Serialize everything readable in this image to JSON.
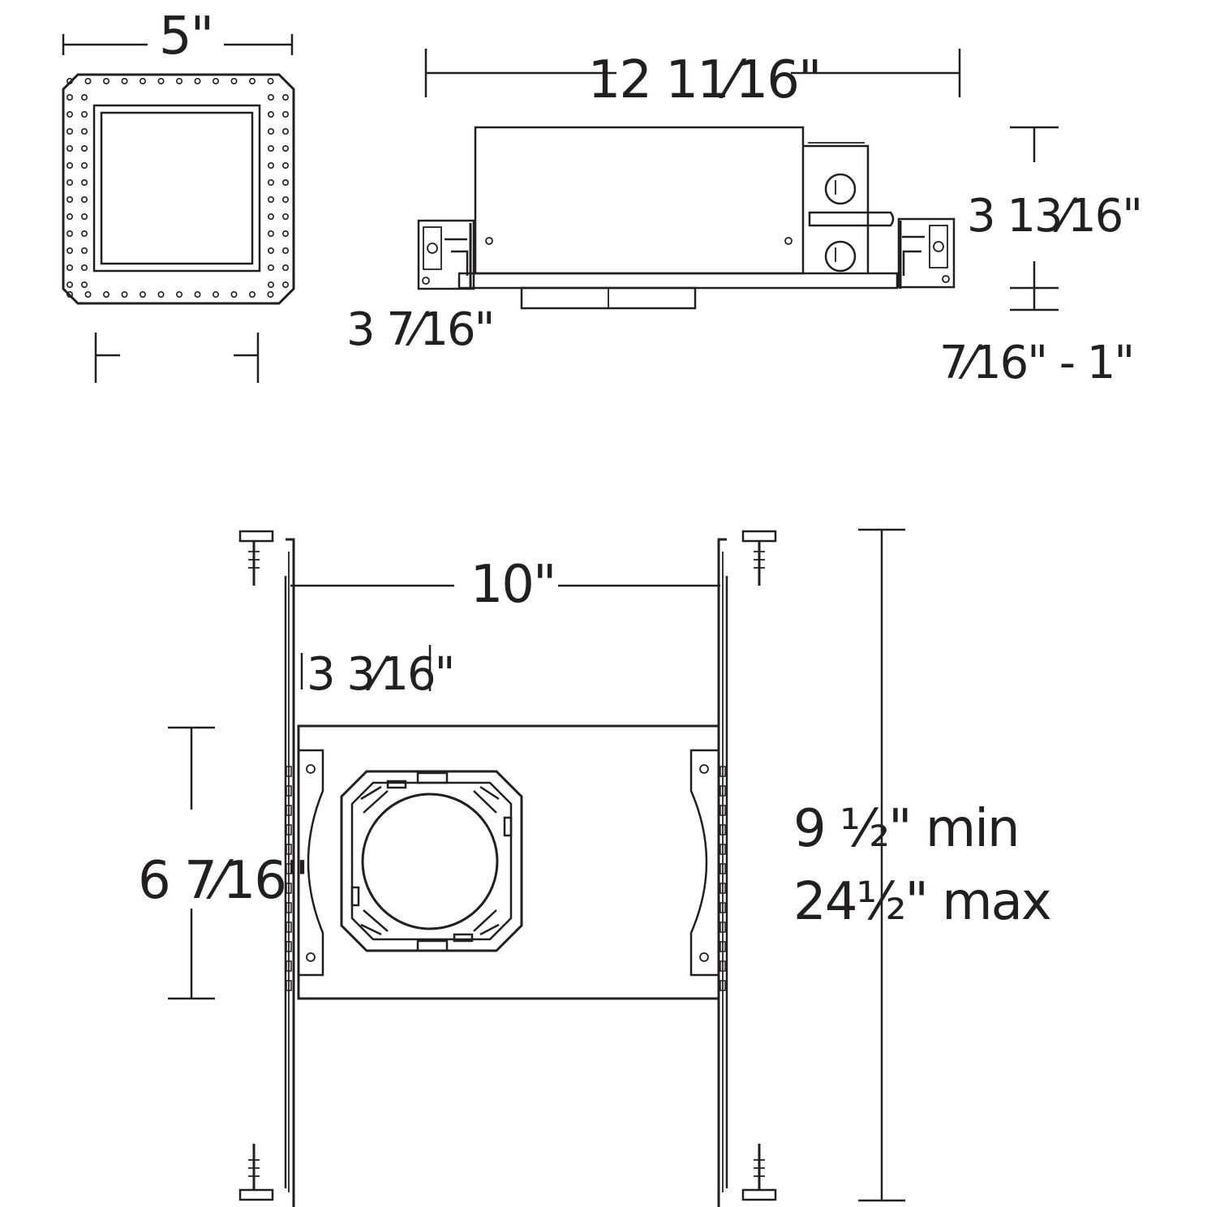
{
  "dimensions": {
    "trim_width": "5\"",
    "housing_length": "12 11⁄16\"",
    "housing_height": "3 13⁄16\"",
    "bottom_depth": "3 7⁄16\"",
    "ceiling_thickness": "7⁄16\" - 1\"",
    "bar_span": "10\"",
    "side_offset": "3 3⁄16\"",
    "frame_depth": "6 7⁄16\"",
    "bar_length_min": "9 ½\" min",
    "bar_length_max": "24½\" max"
  },
  "colors": {
    "line": "#231f20",
    "background": "#ffffff"
  }
}
